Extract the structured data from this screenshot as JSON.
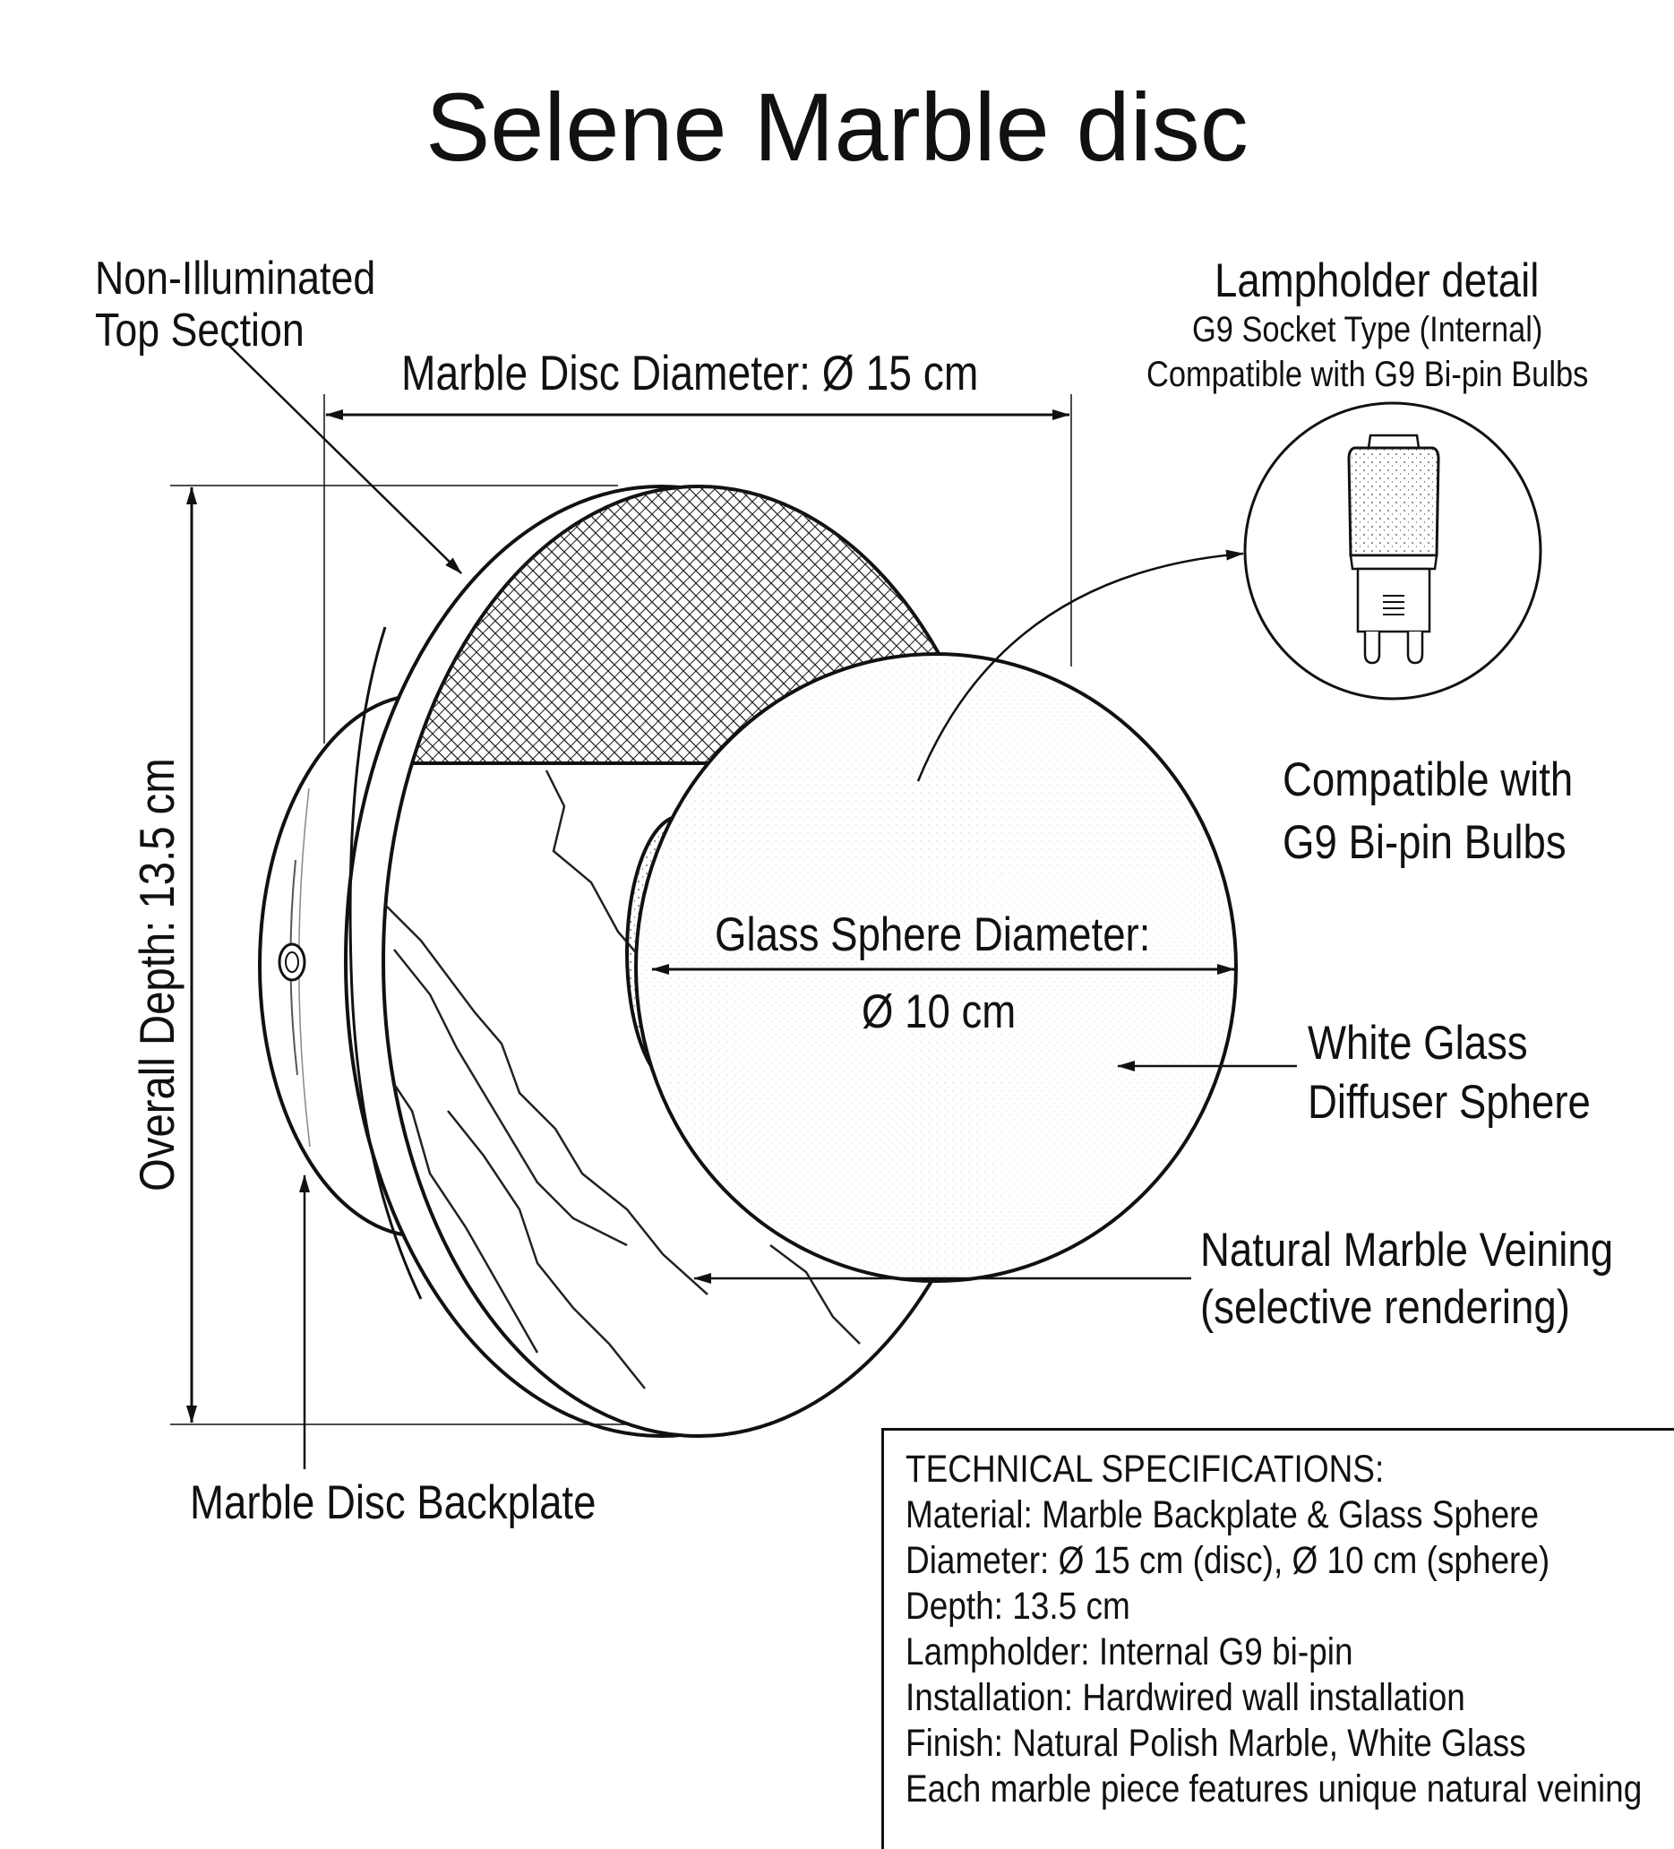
{
  "title": "Selene Marble disc",
  "callouts": {
    "top_section": [
      "Non-Illuminated",
      "Top Section"
    ],
    "disc_diameter": "Marble Disc Diameter: Ø 15 cm",
    "overall_depth": "Overall Depth: 13.5 cm",
    "glass_diameter_label": "Glass Sphere Diameter:",
    "glass_diameter_value": "Ø 10 cm",
    "compatible": [
      "Compatible with",
      "G9 Bi-pin Bulbs"
    ],
    "diffuser": [
      "White Glass",
      "Diffuser Sphere"
    ],
    "veining": [
      "Natural Marble Veining",
      "(selective rendering)"
    ],
    "backplate": "Marble Disc Backplate"
  },
  "lampholder": {
    "title": "Lampholder detail",
    "socket": "G9 Socket Type (Internal)",
    "compat": "Compatible with G9 Bi-pin Bulbs"
  },
  "specs": {
    "heading": "TECHNICAL SPECIFICATIONS:",
    "lines": [
      "Material: Marble Backplate & Glass Sphere",
      "Diameter: Ø 15 cm (disc), Ø 10 cm (sphere)",
      "Depth: 13.5 cm",
      "Lampholder: Internal G9 bi-pin",
      "Installation: Hardwired wall installation",
      "Finish: Natural Polish Marble, White Glass",
      "Each marble piece features unique natural veining"
    ]
  }
}
